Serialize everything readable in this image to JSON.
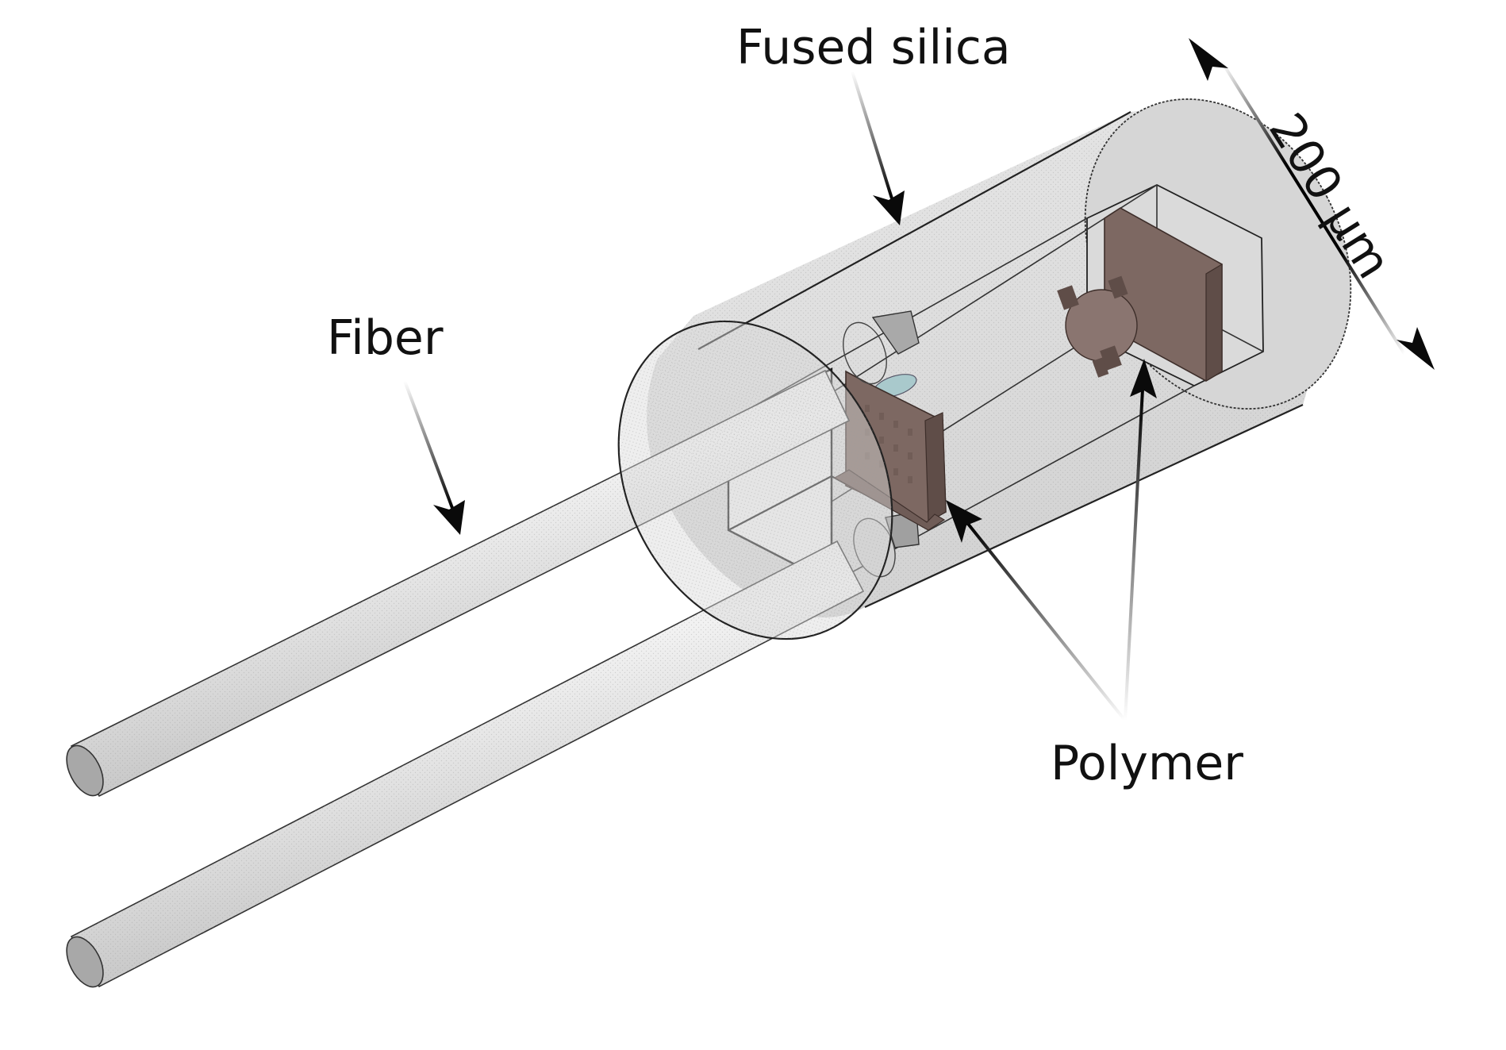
{
  "labels": {
    "fused_silica": "Fused silica",
    "fiber": "Fiber",
    "polymer": "Polymer",
    "dimension": "200 μm"
  },
  "colors": {
    "glass": "#dcdcdc",
    "glass_edge": "#333333",
    "fiber": "#cfcfcf",
    "polymer": "#7d6862",
    "polymer_dark": "#5f4d48",
    "lens": "#a9c9cc"
  },
  "icons": {
    "dimension_arrows": "arrow-head-icon"
  }
}
